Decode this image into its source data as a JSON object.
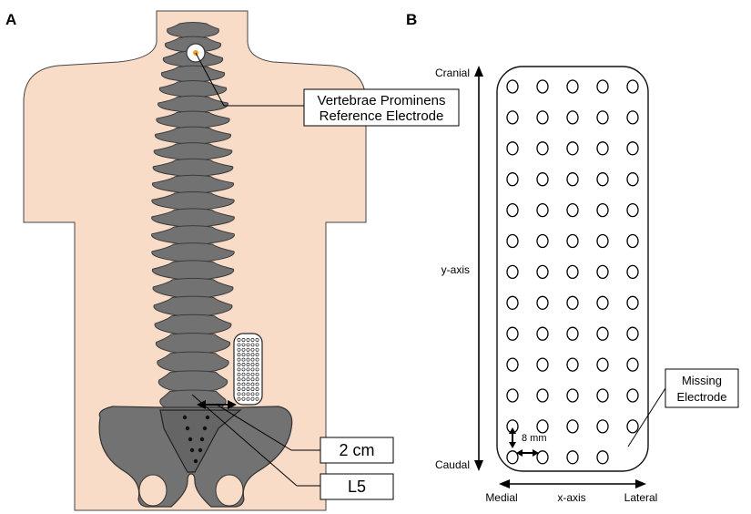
{
  "panel_a": {
    "label": "A",
    "callouts": {
      "reference": [
        "Vertebrae Prominens",
        "Reference Electrode"
      ],
      "distance": "2 cm",
      "vertebra": "L5"
    }
  },
  "panel_b": {
    "label": "B",
    "grid": {
      "rows": 13,
      "cols": 5,
      "missing": [
        [
          12,
          4
        ]
      ]
    },
    "labels": {
      "cranial": "Cranial",
      "caudal": "Caudal",
      "y_axis": "y-axis",
      "x_axis": "x-axis",
      "medial": "Medial",
      "lateral": "Lateral",
      "spacing": "8 mm",
      "missing_line1": "Missing",
      "missing_line2": "Electrode"
    }
  },
  "colors": {
    "skin": "#f9dcc8",
    "bone": "#727272",
    "bone_outline": "#4a4a4a",
    "ink": "#000000"
  }
}
